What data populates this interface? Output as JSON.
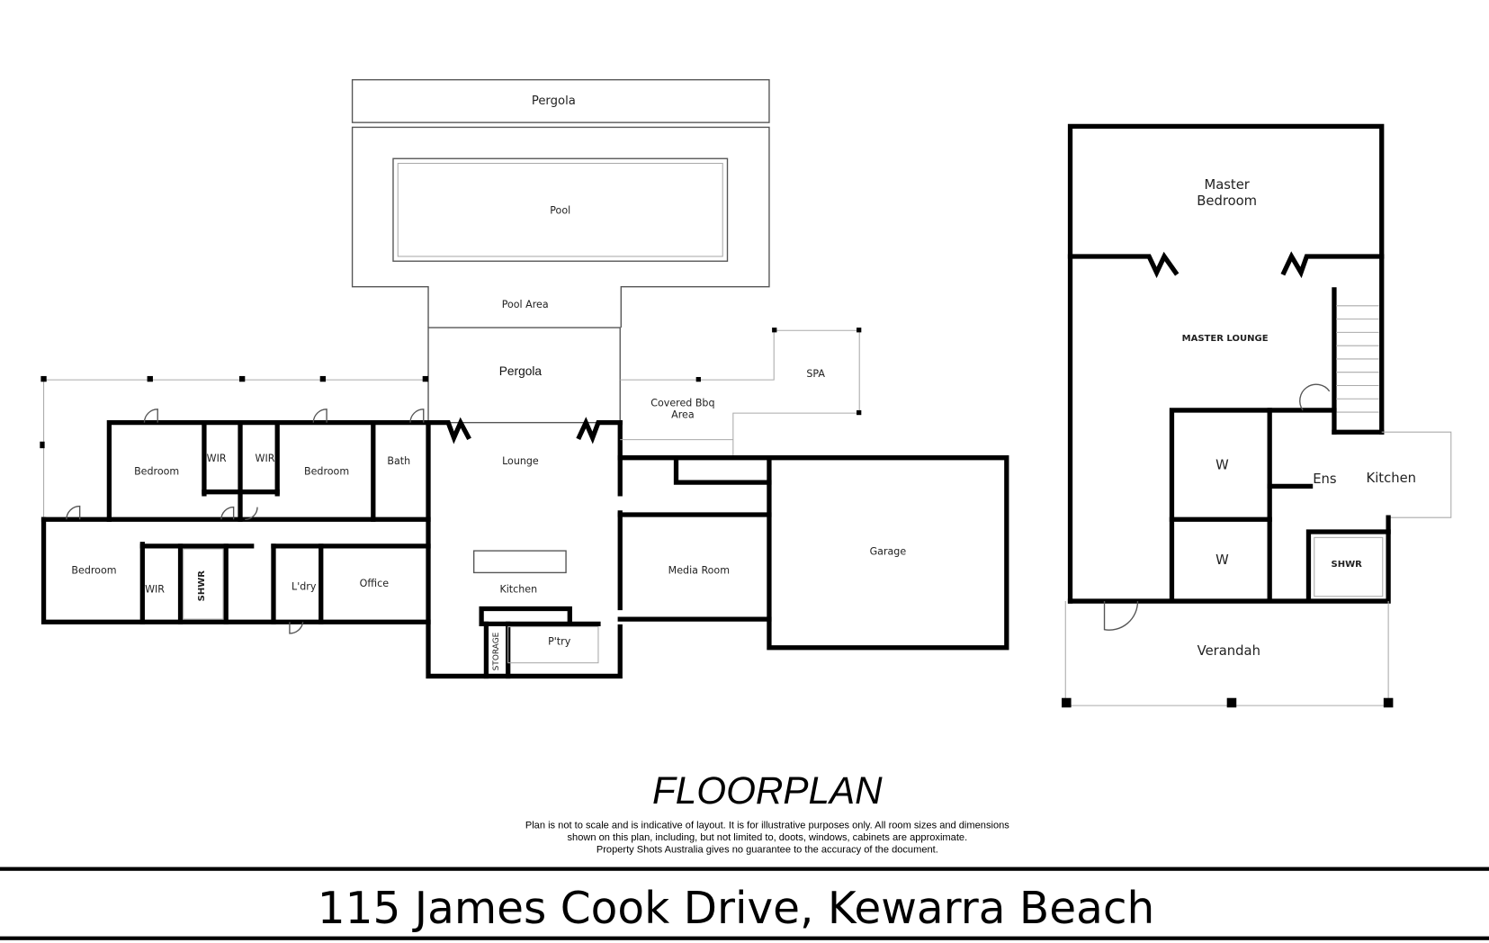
{
  "plan": {
    "title": "FLOORPLAN",
    "disclaimer": [
      "Plan is not to scale and is indicative of layout. It is for illustrative purposes only. All room sizes and dimensions",
      "shown on this plan, including, but not limited to, doots, windows, cabinets are approximate.",
      "Property Shots Australia gives no guarantee to the accuracy of the document."
    ],
    "address": "115 James Cook Drive, Kewarra Beach"
  },
  "ground_floor": {
    "pergola_top": "Pergola",
    "pool": "Pool",
    "pool_area": "Pool Area",
    "pergola": "Pergola",
    "lounge": "Lounge",
    "kitchen": "Kitchen",
    "pantry": "P'try",
    "storage": "STORAGE",
    "covered_bbq": [
      "Covered Bbq",
      "Area"
    ],
    "spa": "SPA",
    "media_room": "Media Room",
    "garage": "Garage",
    "bedroom_1": "Bedroom",
    "wir_1": "WIR",
    "wir_2": "WIR",
    "bedroom_2": "Bedroom",
    "bath": "Bath",
    "bedroom_3": "Bedroom",
    "wir_3": "WIR",
    "shower": "SHWR",
    "laundry": "L'dry",
    "office": "Office"
  },
  "upper_unit": {
    "master_bedroom": [
      "Master",
      "Bedroom"
    ],
    "master_lounge": "MASTER LOUNGE",
    "wardrobe_1": "W",
    "wardrobe_2": "W",
    "ensuite": "Ens",
    "kitchen": "Kitchen",
    "shower": "SHWR",
    "verandah": "Verandah"
  }
}
